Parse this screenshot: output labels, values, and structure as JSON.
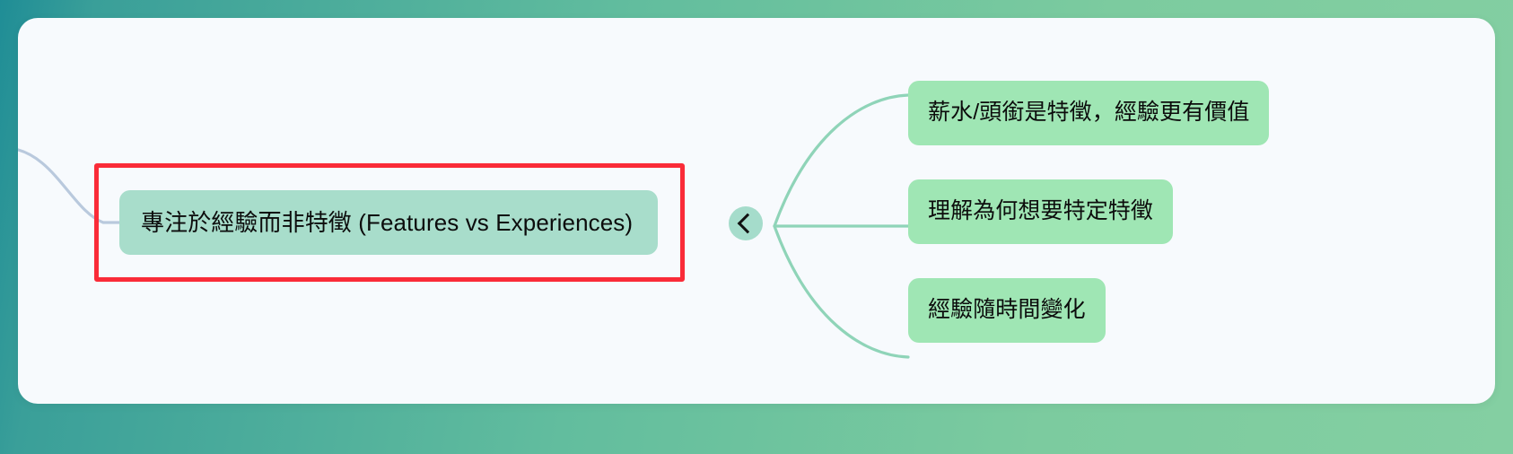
{
  "canvas": {
    "background_gradient_from": "#1f8d96",
    "background_gradient_to": "#84cfa2",
    "card_background": "#f7fafd"
  },
  "mindmap": {
    "selected_node": {
      "label": "專注於經驗而非特徵 (Features vs Experiences)",
      "fill": "#a8ddcb",
      "highlight_color": "#fa2b38"
    },
    "collapse_toggle": {
      "label": "<",
      "icon": "chevron-left-icon",
      "fill": "#a5dccb"
    },
    "children": [
      {
        "label": "薪水/頭銜是特徵，經驗更有價值",
        "fill": "#9fe6b4"
      },
      {
        "label": "理解為何想要特定特徵",
        "fill": "#9fe6b4"
      },
      {
        "label": "經驗隨時間變化",
        "fill": "#9fe6b4"
      }
    ],
    "edges": {
      "branch_color": "#8fd4b8",
      "incoming_color": "#b9c9dd"
    }
  }
}
